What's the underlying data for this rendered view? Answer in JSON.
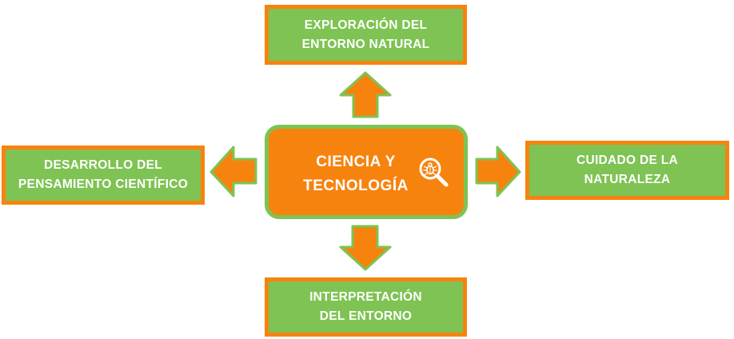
{
  "center": {
    "label": "CIENCIA Y\nTECNOLOGÍA",
    "icon": "magnifier-bug-icon"
  },
  "nodes": {
    "top": "EXPLORACIÓN DEL\nENTORNO NATURAL",
    "left": "DESARROLLO DEL\nPENSAMIENTO CIENTÍFICO",
    "right": "CUIDADO DE LA\nNATURALEZA",
    "bottom": "INTERPRETACIÓN\nDEL ENTORNO"
  },
  "colors": {
    "orange": "#f7830f",
    "green": "#7ec353",
    "text": "#ffffff"
  }
}
